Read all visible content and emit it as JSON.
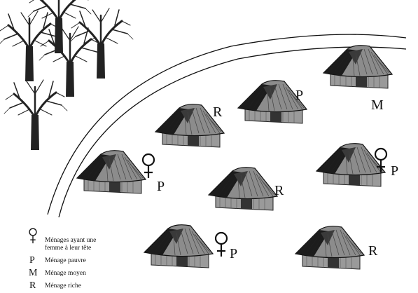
{
  "huts": [
    {
      "id": "hut-top-right",
      "label": "M",
      "female_head": false
    },
    {
      "id": "hut-upper-middle",
      "label": "P",
      "female_head": false
    },
    {
      "id": "hut-upper-left",
      "label": "R",
      "female_head": false
    },
    {
      "id": "hut-left",
      "label": "P",
      "female_head": true
    },
    {
      "id": "hut-center",
      "label": "R",
      "female_head": false
    },
    {
      "id": "hut-right",
      "label": "P",
      "female_head": true
    },
    {
      "id": "hut-bottom-left",
      "label": "P",
      "female_head": true
    },
    {
      "id": "hut-bottom-right",
      "label": "R",
      "female_head": false
    }
  ],
  "legend": {
    "female_head": {
      "line1": "Ménages ayant une",
      "line2": "femme à leur tête"
    },
    "poor": {
      "key": "P",
      "label": "Ménage pauvre"
    },
    "middle": {
      "key": "M",
      "label": "Ménage moyen"
    },
    "rich": {
      "key": "R",
      "label": "Ménage riche"
    }
  }
}
